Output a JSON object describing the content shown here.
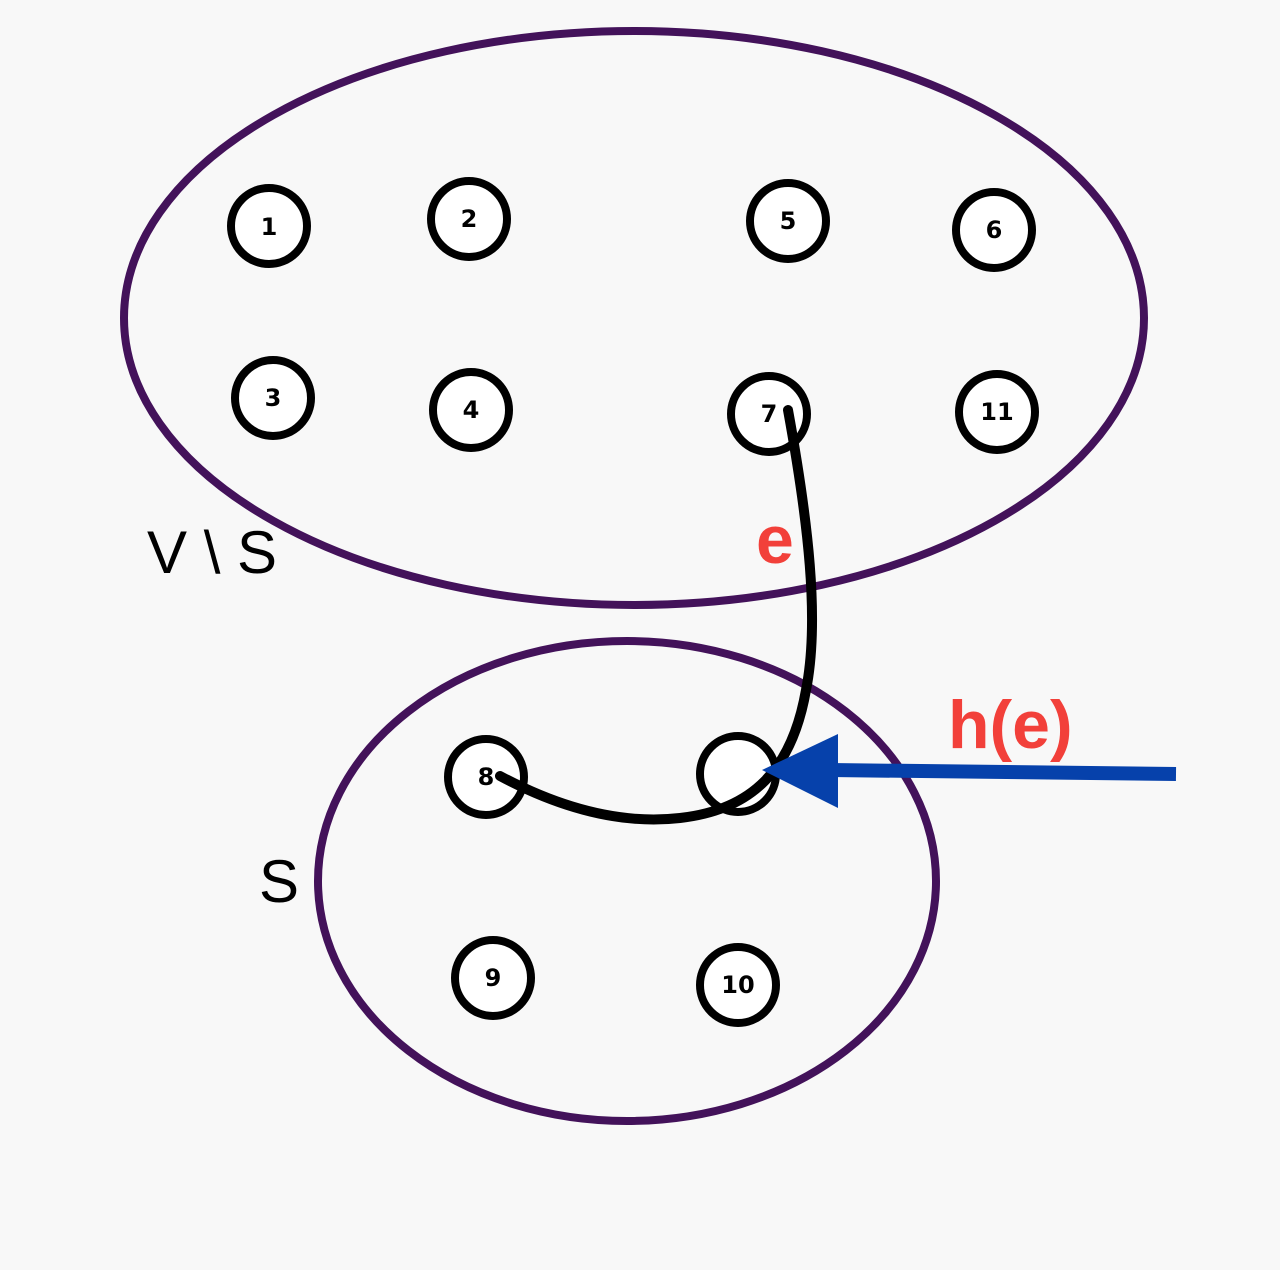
{
  "sets": {
    "complement_label": "V \\ S",
    "subset_label": "S"
  },
  "nodes": [
    {
      "id": "1",
      "label": "1"
    },
    {
      "id": "2",
      "label": "2"
    },
    {
      "id": "3",
      "label": "3"
    },
    {
      "id": "4",
      "label": "4"
    },
    {
      "id": "5",
      "label": "5"
    },
    {
      "id": "6",
      "label": "6"
    },
    {
      "id": "7",
      "label": "7"
    },
    {
      "id": "11",
      "label": "11"
    },
    {
      "id": "8",
      "label": "8"
    },
    {
      "id": "unlabeled",
      "label": ""
    },
    {
      "id": "9",
      "label": "9"
    },
    {
      "id": "10",
      "label": "10"
    }
  ],
  "edge": {
    "label": "e"
  },
  "pointer": {
    "label": "h(e)"
  },
  "colors": {
    "set_outline": "#43125a",
    "edge_label": "#f2403a",
    "pointer": "#0641ab",
    "background": "#f8f8f8"
  }
}
